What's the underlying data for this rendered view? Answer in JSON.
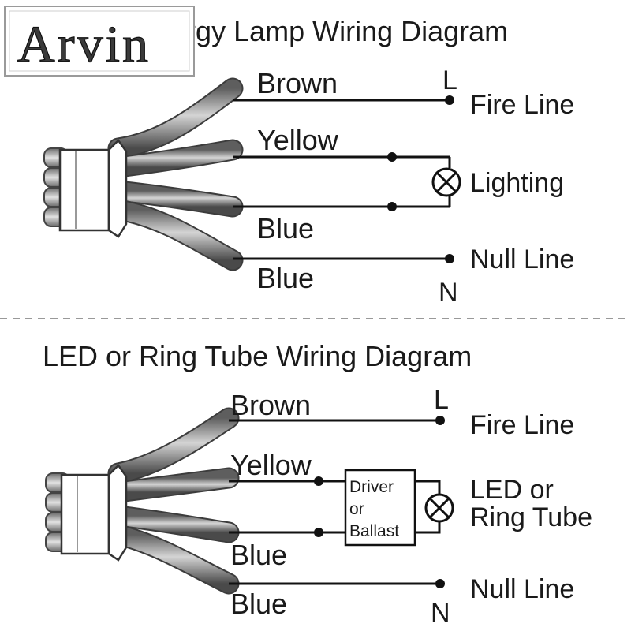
{
  "logo": {
    "text": "Arvin"
  },
  "top_diagram": {
    "title": "Energy Lamp Wiring Diagram",
    "wires": [
      "Brown",
      "Yellow",
      "Blue",
      "Blue"
    ],
    "terminal_l": "L",
    "terminal_n": "N",
    "fire_line": "Fire Line",
    "lighting": "Lighting",
    "null_line": "Null Line"
  },
  "bottom_diagram": {
    "title": "LED or Ring Tube Wiring Diagram",
    "wires": [
      "Brown",
      "Yellow",
      "Blue",
      "Blue"
    ],
    "terminal_l": "L",
    "terminal_n": "N",
    "fire_line": "Fire Line",
    "driver_box": [
      "Driver",
      "or",
      "Ballast"
    ],
    "led_label": [
      "LED or",
      "Ring Tube"
    ],
    "null_line": "Null Line"
  }
}
